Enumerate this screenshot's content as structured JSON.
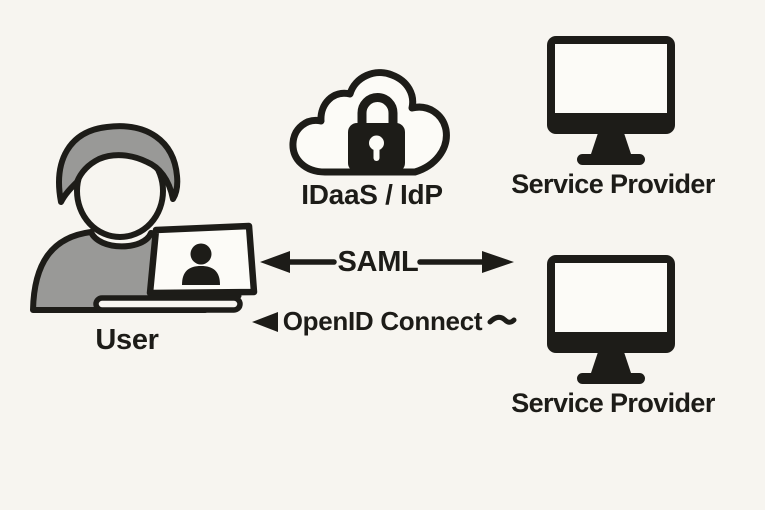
{
  "diagram": {
    "title": "SSO federation diagram",
    "background_color": "#f7f5f0",
    "ink_color": "#1d1c18",
    "accent_gray_color": "#999997",
    "screen_white_color": "#fcfbf7"
  },
  "nodes": {
    "user": {
      "label": "User",
      "icon": "user-at-laptop-icon"
    },
    "idp": {
      "label": "IDaaS / IdP",
      "icon": "cloud-lock-icon"
    },
    "service_provider_top": {
      "label": "Service Provider",
      "icon": "monitor-icon"
    },
    "service_provider_bottom": {
      "label": "Service Provider",
      "icon": "monitor-icon"
    }
  },
  "connections": {
    "saml": {
      "label": "SAML",
      "type": "bidirectional-arrow"
    },
    "openid": {
      "label": "OpenID Connect",
      "type": "left-arrow-with-trailing-dash"
    }
  }
}
